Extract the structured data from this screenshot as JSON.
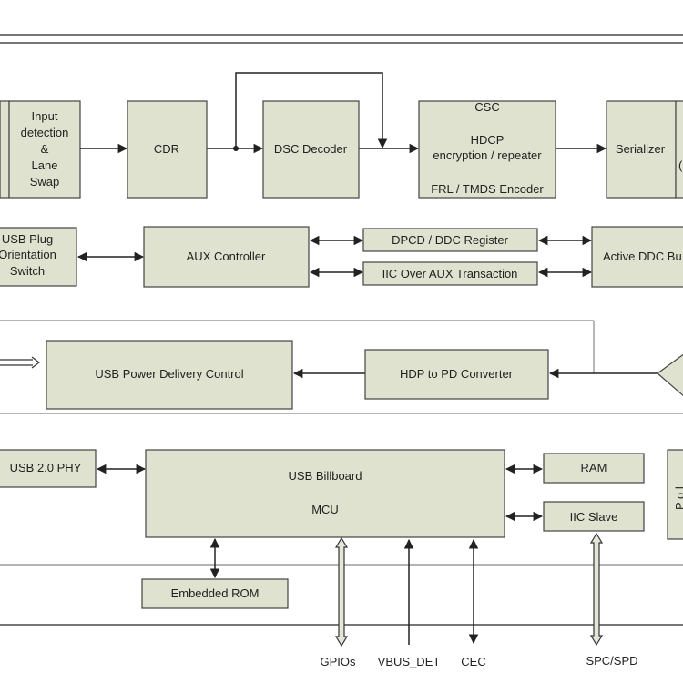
{
  "blocks": {
    "input_detection": [
      "Input",
      "detection",
      "&",
      "Lane",
      "Swap"
    ],
    "cdr": "CDR",
    "dsc_decoder": "DSC Decoder",
    "csc": "CSC",
    "hdcp": [
      "HDCP",
      "encryption / repeater"
    ],
    "frl_tmds": "FRL / TMDS Encoder",
    "serializer": "Serializer",
    "serializer_cut": "(",
    "usb_plug": [
      "USB Plug",
      "Orientation",
      "Switch"
    ],
    "aux_controller": "AUX Controller",
    "dpcd_ddc": "DPCD / DDC Register",
    "iic_over_aux": "IIC Over AUX Transaction",
    "active_ddc": "Active DDC Bu",
    "usb_pd": "USB Power Delivery Control",
    "hdp_to_pd": "HDP to PD Converter",
    "usb20_phy": "USB 2.0 PHY",
    "usb_billboard": "USB Billboard",
    "mcu": "MCU",
    "ram": "RAM",
    "iic_slave": "IIC Slave",
    "embedded_rom": "Embedded ROM",
    "right_cut": "P o l"
  },
  "signals": {
    "gpios": "GPIOs",
    "vbus_det": "VBUS_DET",
    "cec": "CEC",
    "spc_spd": "SPC/SPD"
  },
  "colors": {
    "block_fill": "#dfe2cf",
    "block_stroke": "#444444",
    "frame": "#777777"
  }
}
